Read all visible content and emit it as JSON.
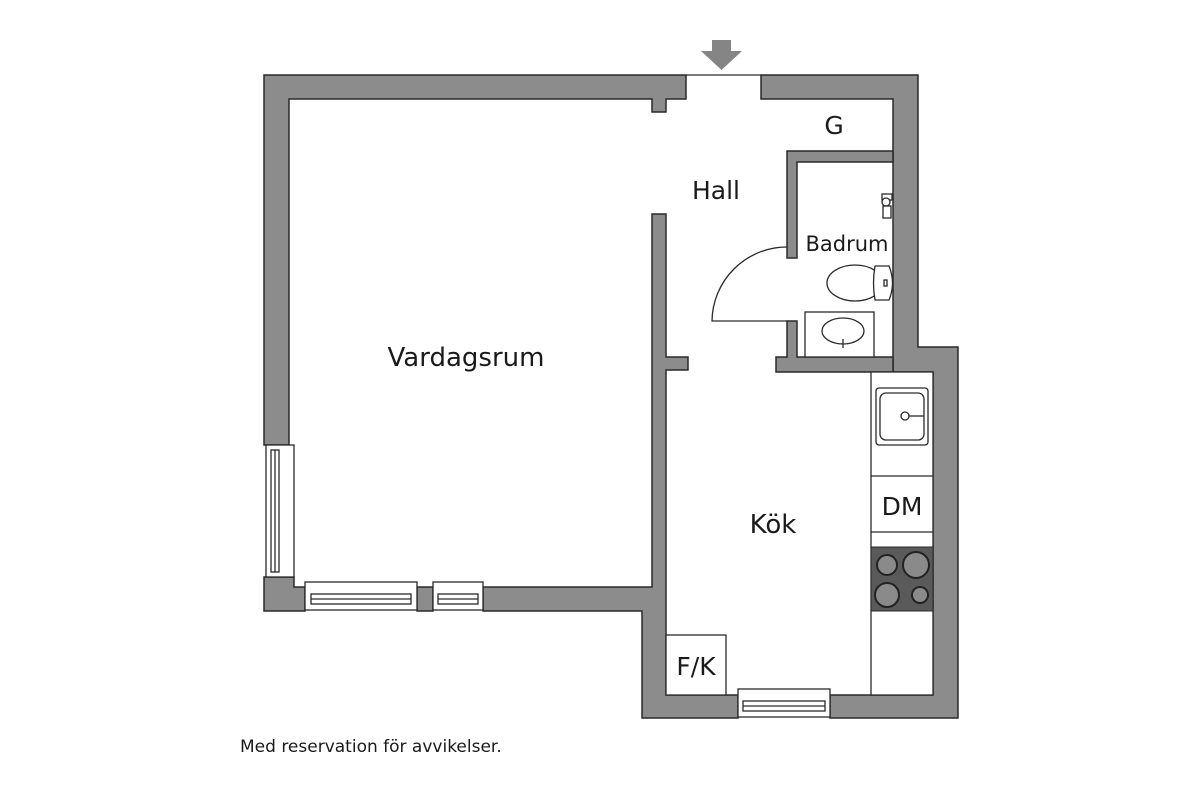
{
  "floorplan": {
    "rooms": {
      "vardagsrum": "Vardagsrum",
      "hall": "Hall",
      "garderob": "G",
      "badrum": "Badrum",
      "kok": "Kök",
      "diskmaskin": "DM",
      "frys_kyl": "F/K"
    },
    "entrance": "entrance-arrow",
    "colors": {
      "wall": "#8c8c8c",
      "stove": "#5a5a5a",
      "outline": "#2a2a2a"
    }
  },
  "footer": {
    "disclaimer": "Med reservation för avvikelser."
  }
}
